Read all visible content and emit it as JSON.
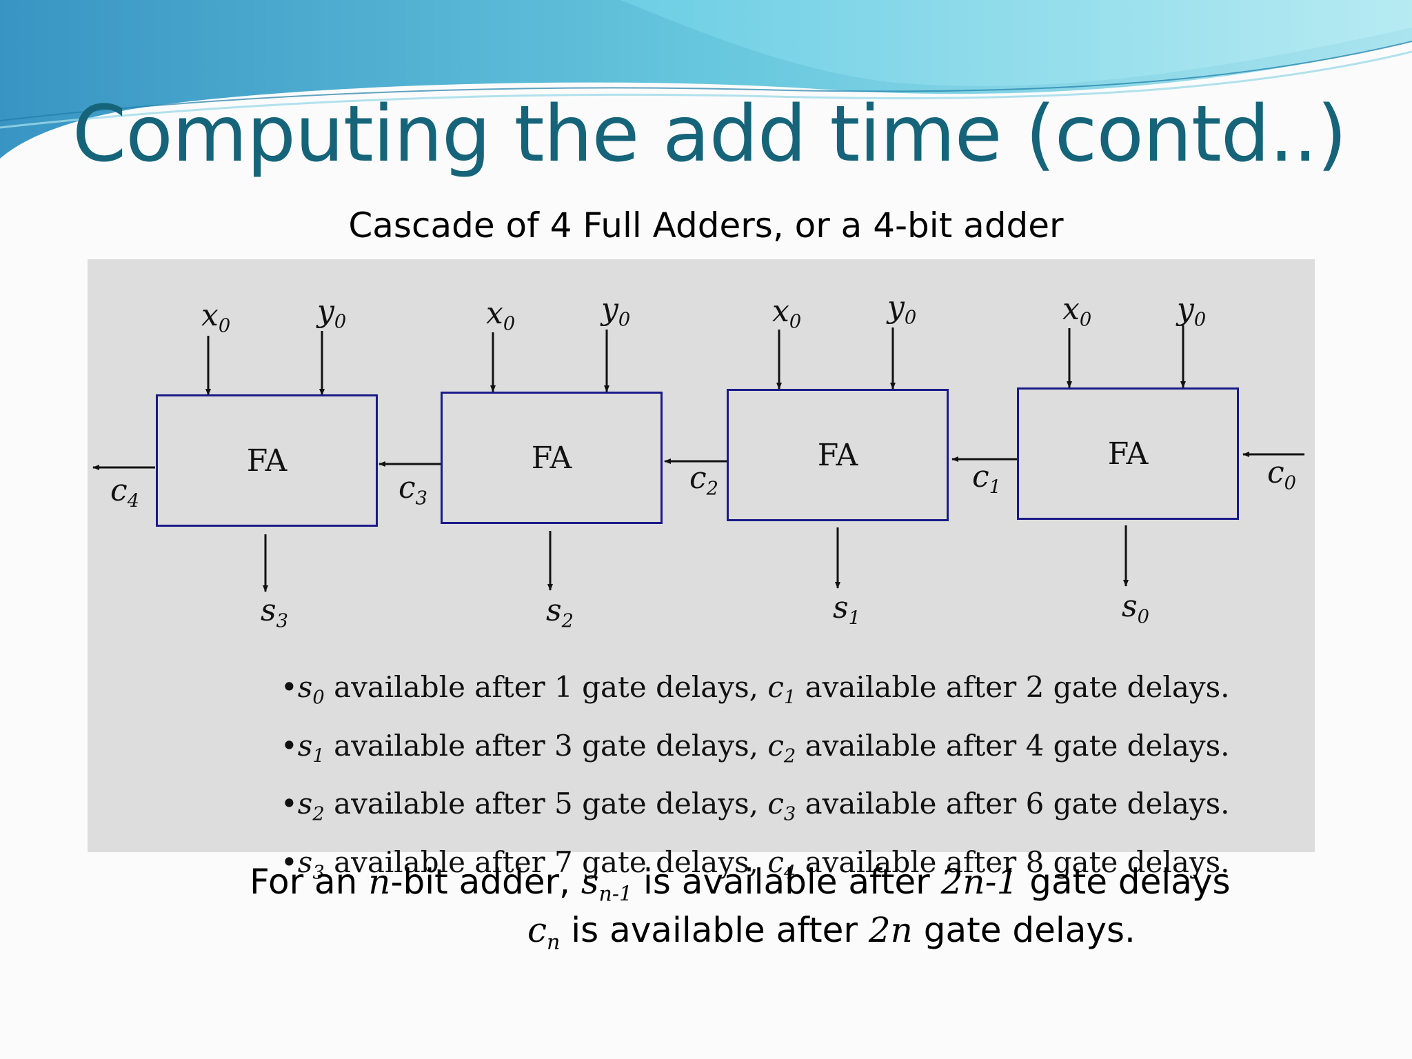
{
  "title": "Computing the add time (contd..)",
  "subtitle": "Cascade of 4 Full Adders, or a 4-bit adder",
  "diagram": {
    "adders": [
      {
        "label": "FA",
        "x": "x",
        "x_sub": "0",
        "y": "y",
        "y_sub": "0",
        "s": "s",
        "s_sub": "3",
        "c_out": "c",
        "c_out_sub": "4"
      },
      {
        "label": "FA",
        "x": "x",
        "x_sub": "0",
        "y": "y",
        "y_sub": "0",
        "s": "s",
        "s_sub": "2",
        "c_out": "c",
        "c_out_sub": "3"
      },
      {
        "label": "FA",
        "x": "x",
        "x_sub": "0",
        "y": "y",
        "y_sub": "0",
        "s": "s",
        "s_sub": "1",
        "c_out": "c",
        "c_out_sub": "2"
      },
      {
        "label": "FA",
        "x": "x",
        "x_sub": "0",
        "y": "y",
        "y_sub": "0",
        "s": "s",
        "s_sub": "0",
        "c_out": "c",
        "c_out_sub": "1"
      }
    ],
    "carry_in": "c",
    "carry_in_sub": "0"
  },
  "bullets": [
    {
      "s": "s",
      "s_sub": "0",
      "s_text": " available after 1 gate delays, ",
      "c": "c",
      "c_sub": "1",
      "c_text": " available after 2 gate delays."
    },
    {
      "s": "s",
      "s_sub": "1",
      "s_text": " available after 3 gate delays, ",
      "c": "c",
      "c_sub": "2",
      "c_text": " available after 4 gate delays."
    },
    {
      "s": "s",
      "s_sub": "2",
      "s_text": " available after 5 gate delays, ",
      "c": "c",
      "c_sub": "3",
      "c_text": " available after 6 gate delays."
    },
    {
      "s": "s",
      "s_sub": "3",
      "s_text": " available after 7 gate delays, ",
      "c": "c",
      "c_sub": "4",
      "c_text": " available after 8 gate delays."
    }
  ],
  "bullet_marker": "•",
  "summary": {
    "line1_prefix": "For an ",
    "line1_n": "n",
    "line1_mid": "-bit adder, ",
    "line1_s": "s",
    "line1_s_sub": "n-1",
    "line1_mid2": " is available after ",
    "line1_delay": "2n-1",
    "line1_suffix": " gate delays",
    "line2_c": "c",
    "line2_c_sub": "n",
    "line2_mid": " is available after ",
    "line2_delay": "2n",
    "line2_suffix": " gate delays."
  },
  "colors": {
    "title": "#16647a",
    "fa_border": "#1a1a8a",
    "panel": "#dddddd",
    "wave_dark": "#3aa7c8",
    "wave_light": "#7fd3e6"
  }
}
